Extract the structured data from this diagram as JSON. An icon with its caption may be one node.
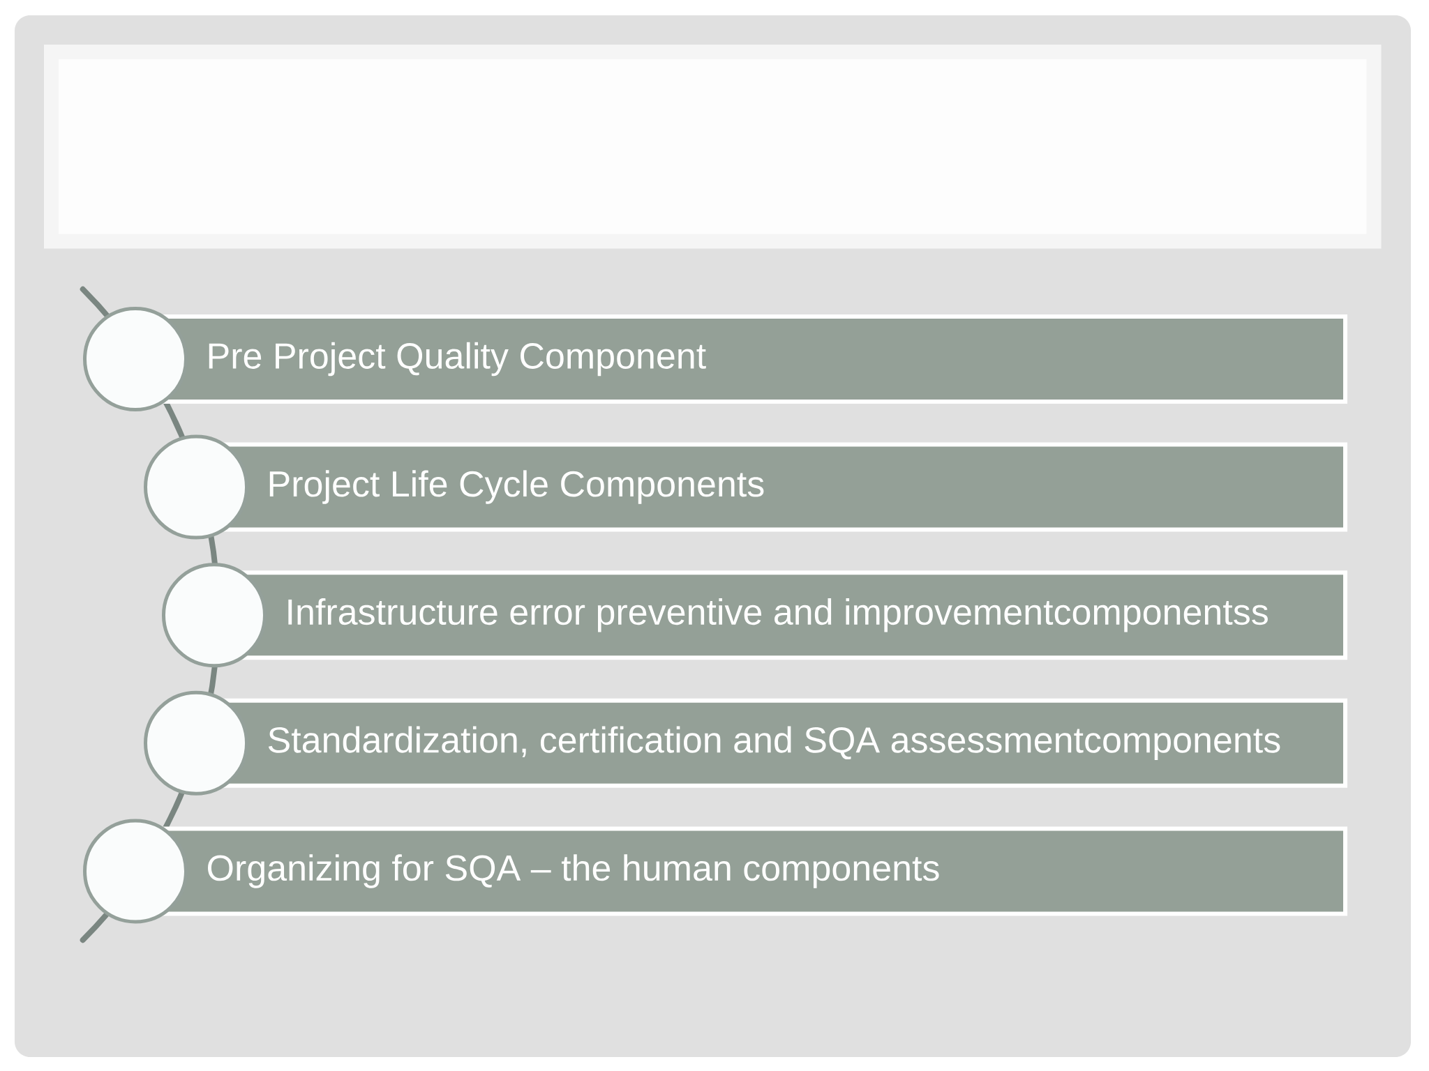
{
  "diagram": {
    "nodes": [
      {
        "text": [],
        "shape": "box"
      },
      {
        "text": [
          "Pre Project Quality Component"
        ]
      },
      {
        "text": [
          "Project Life Cycle Components"
        ]
      },
      {
        "text": [
          "Infrastructure error preventive and improvementcomponentss"
        ]
      },
      {
        "text": [
          "Standardization, certification and SQA assessmentcomponents"
        ]
      },
      {
        "text": [
          "Organizing for SQA – the human components"
        ]
      }
    ]
  }
}
